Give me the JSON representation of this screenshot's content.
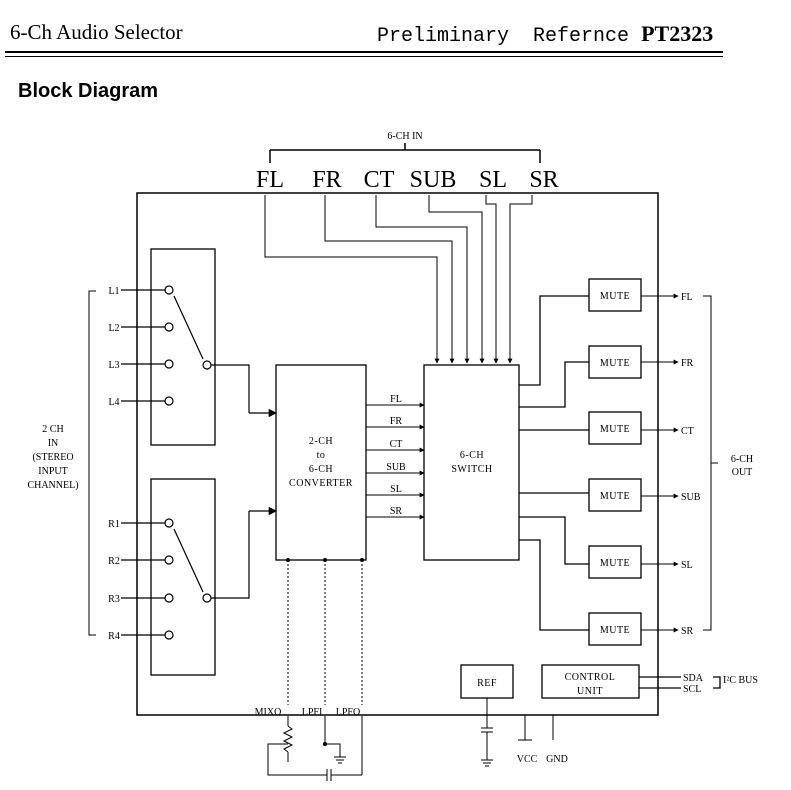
{
  "header": {
    "title": "6-Ch Audio Selector",
    "status": "Preliminary",
    "reference_label": "Refernce",
    "part_number": "PT2323"
  },
  "section_title": "Block Diagram",
  "diagram": {
    "in_group_label": "6-CH IN",
    "in_channels": [
      "FL",
      "FR",
      "CT",
      "SUB",
      "SL",
      "SR"
    ],
    "left_inputs": [
      "L1",
      "L2",
      "L3",
      "L4"
    ],
    "right_inputs": [
      "R1",
      "R2",
      "R3",
      "R4"
    ],
    "stereo_label": [
      "2 CH",
      "IN",
      "(STEREO",
      "INPUT",
      "CHANNEL)"
    ],
    "converter_label": [
      "2-CH",
      "to",
      "6-CH",
      "CONVERTER"
    ],
    "converter_outputs": [
      "FL",
      "FR",
      "CT",
      "SUB",
      "SL",
      "SR"
    ],
    "switch_label": [
      "6-CH",
      "SWITCH"
    ],
    "mute_label": "MUTE",
    "out_channels": [
      "FL",
      "FR",
      "CT",
      "SUB",
      "SL",
      "SR"
    ],
    "out_group_label": [
      "6-CH",
      "OUT"
    ],
    "ref_label": "REF",
    "control_label": [
      "CONTROL",
      "UNIT"
    ],
    "bus_pins": [
      "SDA",
      "SCL"
    ],
    "bus_label": "I²C BUS",
    "bottom_pins": [
      "MIXO",
      "LPFI",
      "LPFO"
    ],
    "power_pins": [
      "VCC",
      "GND"
    ]
  }
}
